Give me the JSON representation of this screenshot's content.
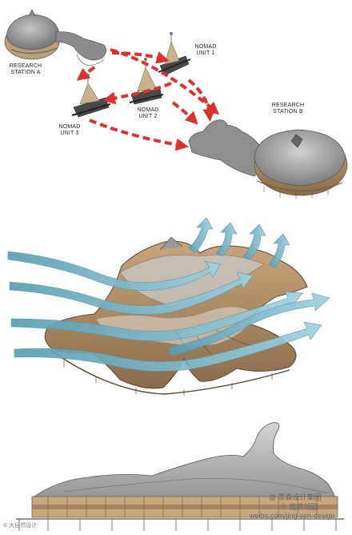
{
  "labels": {
    "station_a": [
      "RESEARCH",
      "STATION A"
    ],
    "station_b": [
      "RESEARCH",
      "STATION B"
    ],
    "unit_1": [
      "NOMAD",
      "UNIT 1"
    ],
    "unit_2": [
      "NOMAD",
      "UNIT 2"
    ],
    "unit_3": [
      "NOMAD",
      "UNIT 3"
    ]
  },
  "watermarks": {
    "top_right": "@ 景森设计集团",
    "mid_right": "❀ 建筑领园",
    "url": "weibo.com/jing-sen-design",
    "bottom_left": "© 大自然设计"
  },
  "colors": {
    "route_arrow": "#d8332f",
    "wind": "#7fb7c9",
    "wind_dark": "#4f93aa",
    "roof": "#9a9a9a",
    "deck": "#b08a62"
  },
  "icons": [
    "route-arrow-icon",
    "wind-arrow-icon"
  ]
}
